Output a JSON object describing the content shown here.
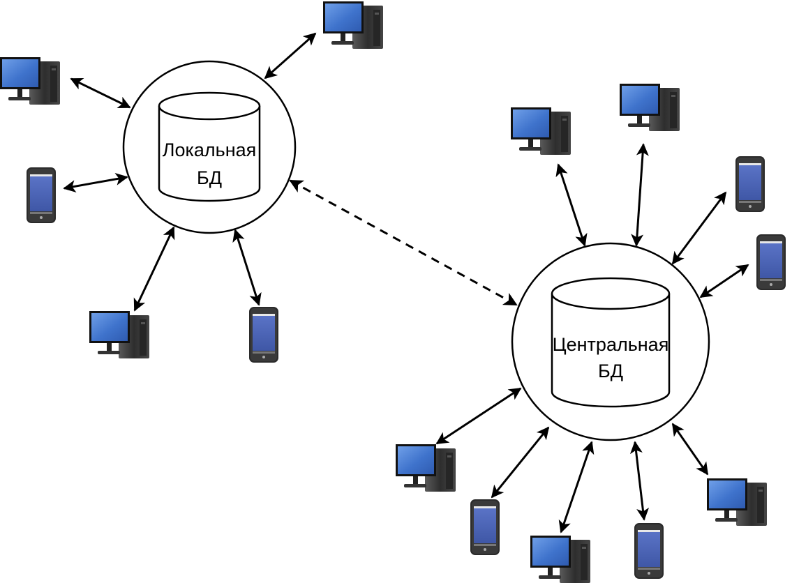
{
  "diagram": {
    "type": "distributed-database-topology",
    "colors": {
      "line": "#000000",
      "background": "#ffffff",
      "screen": "#3f6fc4",
      "screen_light": "#5d8fdf",
      "phone_screen": "#4a62b0",
      "device_body": "#2b2b2b",
      "tower": "#3a3a3a"
    },
    "nodes": [
      {
        "id": "local-db",
        "label_lines": [
          "Локальная",
          "БД"
        ],
        "kind": "database"
      },
      {
        "id": "central-db",
        "label_lines": [
          "Центральная",
          "БД"
        ],
        "kind": "database"
      }
    ],
    "sync_link": {
      "from": "local-db",
      "to": "central-db",
      "style": "dashed",
      "direction": "bidirectional"
    },
    "clients": [
      {
        "id": "local-pc-1",
        "kind": "desktop-computer",
        "connected_to": "local-db"
      },
      {
        "id": "local-pc-2",
        "kind": "desktop-computer",
        "connected_to": "local-db"
      },
      {
        "id": "local-phone-1",
        "kind": "smartphone",
        "connected_to": "local-db"
      },
      {
        "id": "local-pc-3",
        "kind": "desktop-computer",
        "connected_to": "local-db"
      },
      {
        "id": "local-phone-2",
        "kind": "smartphone",
        "connected_to": "local-db"
      },
      {
        "id": "central-pc-1",
        "kind": "desktop-computer",
        "connected_to": "central-db"
      },
      {
        "id": "central-pc-2",
        "kind": "desktop-computer",
        "connected_to": "central-db"
      },
      {
        "id": "central-phone-1",
        "kind": "smartphone",
        "connected_to": "central-db"
      },
      {
        "id": "central-phone-2",
        "kind": "smartphone",
        "connected_to": "central-db"
      },
      {
        "id": "central-pc-3",
        "kind": "desktop-computer",
        "connected_to": "central-db"
      },
      {
        "id": "central-phone-3",
        "kind": "smartphone",
        "connected_to": "central-db"
      },
      {
        "id": "central-pc-4",
        "kind": "desktop-computer",
        "connected_to": "central-db"
      },
      {
        "id": "central-phone-4",
        "kind": "smartphone",
        "connected_to": "central-db"
      },
      {
        "id": "central-pc-5",
        "kind": "desktop-computer",
        "connected_to": "central-db"
      }
    ],
    "links_direction": "bidirectional"
  }
}
